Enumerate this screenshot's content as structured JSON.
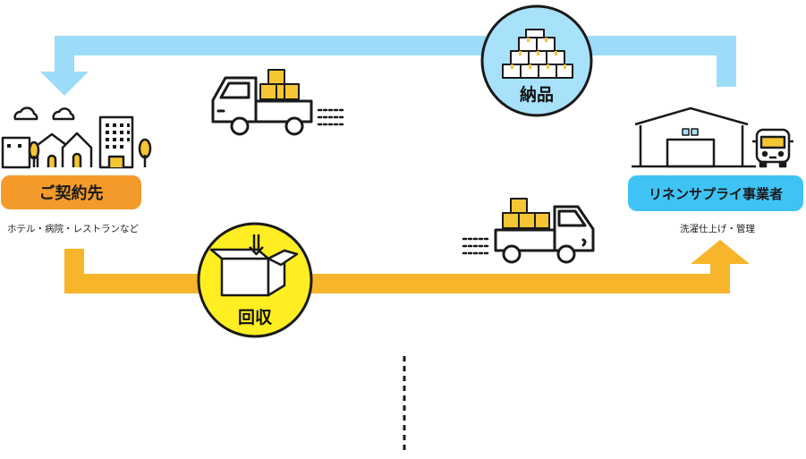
{
  "left_party": {
    "label": "ご契約先",
    "caption": "ホテル・病院・レストランなど"
  },
  "right_party": {
    "label": "リネンサプライ事業者",
    "caption": "洗濯仕上げ・管理"
  },
  "delivery": {
    "label": "納品"
  },
  "collection": {
    "label": "回収"
  },
  "colors": {
    "delivery_arrow": "#9ddcf8",
    "collection_arrow": "#f7b52c",
    "delivery_badge": "#a8e1fa",
    "collection_badge": "#ffee22",
    "left_pill": "#f39a2b",
    "right_pill": "#3ec3f4",
    "box_fill": "#f5c633",
    "line": "#1a1a1a"
  },
  "icons": [
    "cloud-icon",
    "city-icon",
    "truck-icon",
    "box-stack-icon",
    "open-box-icon",
    "factory-icon",
    "bus-icon"
  ]
}
